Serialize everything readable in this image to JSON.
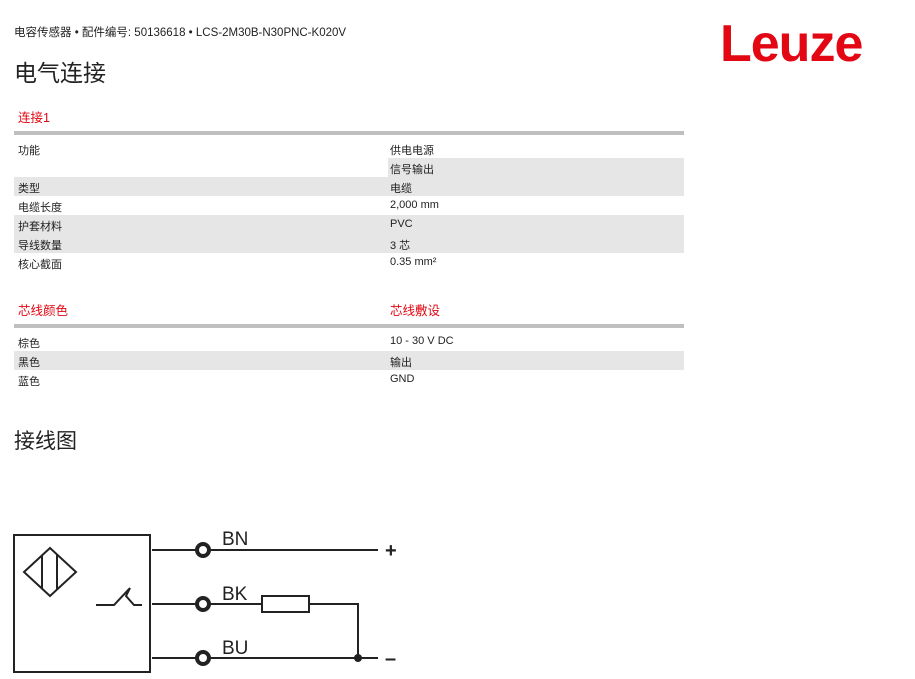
{
  "breadcrumb": "电容传感器 • 配件编号: 50136618 • LCS-2M30B-N30PNC-K020V",
  "logo": "Leuze",
  "page_title": "电气连接",
  "connection": {
    "title": "连接1",
    "rows": [
      {
        "label": "功能",
        "value": "供电电源"
      },
      {
        "label": "",
        "value": "信号输出"
      },
      {
        "label": "类型",
        "value": "电缆"
      },
      {
        "label": "电缆长度",
        "value": "2,000 mm"
      },
      {
        "label": "护套材料",
        "value": "PVC"
      },
      {
        "label": "导线数量",
        "value": "3 芯"
      },
      {
        "label": "核心截面",
        "value": "0.35 mm²"
      }
    ]
  },
  "wires": {
    "header_left": "芯线颜色",
    "header_right": "芯线敷设",
    "rows": [
      {
        "label": "棕色",
        "value": "10 - 30 V DC"
      },
      {
        "label": "黑色",
        "value": "输出"
      },
      {
        "label": "蓝色",
        "value": "GND"
      }
    ]
  },
  "diagram": {
    "title": "接线图",
    "labels": [
      "BN",
      "BK",
      "BU"
    ],
    "plus": "+",
    "minus": "–"
  },
  "colors": {
    "accent": "#e30613",
    "row_gray": "#e6e6e6",
    "bar": "#bfbfbf"
  }
}
